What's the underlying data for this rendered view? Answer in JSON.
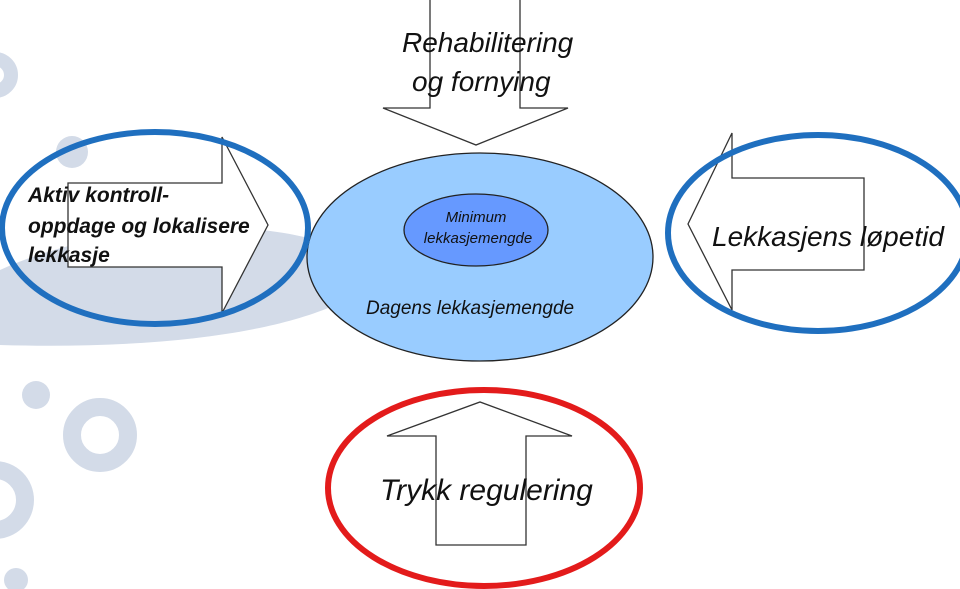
{
  "diagram": {
    "top_arrow": {
      "line1": "Rehabilitering",
      "line2": "og fornying"
    },
    "left_arrow": {
      "line1": "Aktiv kontroll-",
      "line2": "oppdage og lokalisere",
      "line3": "lekkasje"
    },
    "right_arrow": {
      "label": "Lekkasjens løpetid"
    },
    "bottom_arrow": {
      "label": "Trykk regulering"
    },
    "center": {
      "outer_label": "Dagens lekkasjemengde",
      "inner_line1": "Minimum",
      "inner_line2": "lekkasjemengde"
    }
  },
  "colors": {
    "background_pattern": "#c9d3e3",
    "outer_ellipse_fill": "#99ccff",
    "inner_ellipse_fill": "#6699ff",
    "blue_highlight": "#1f6fbf",
    "red_highlight": "#e31b1b",
    "arrow_stroke": "#333333"
  }
}
